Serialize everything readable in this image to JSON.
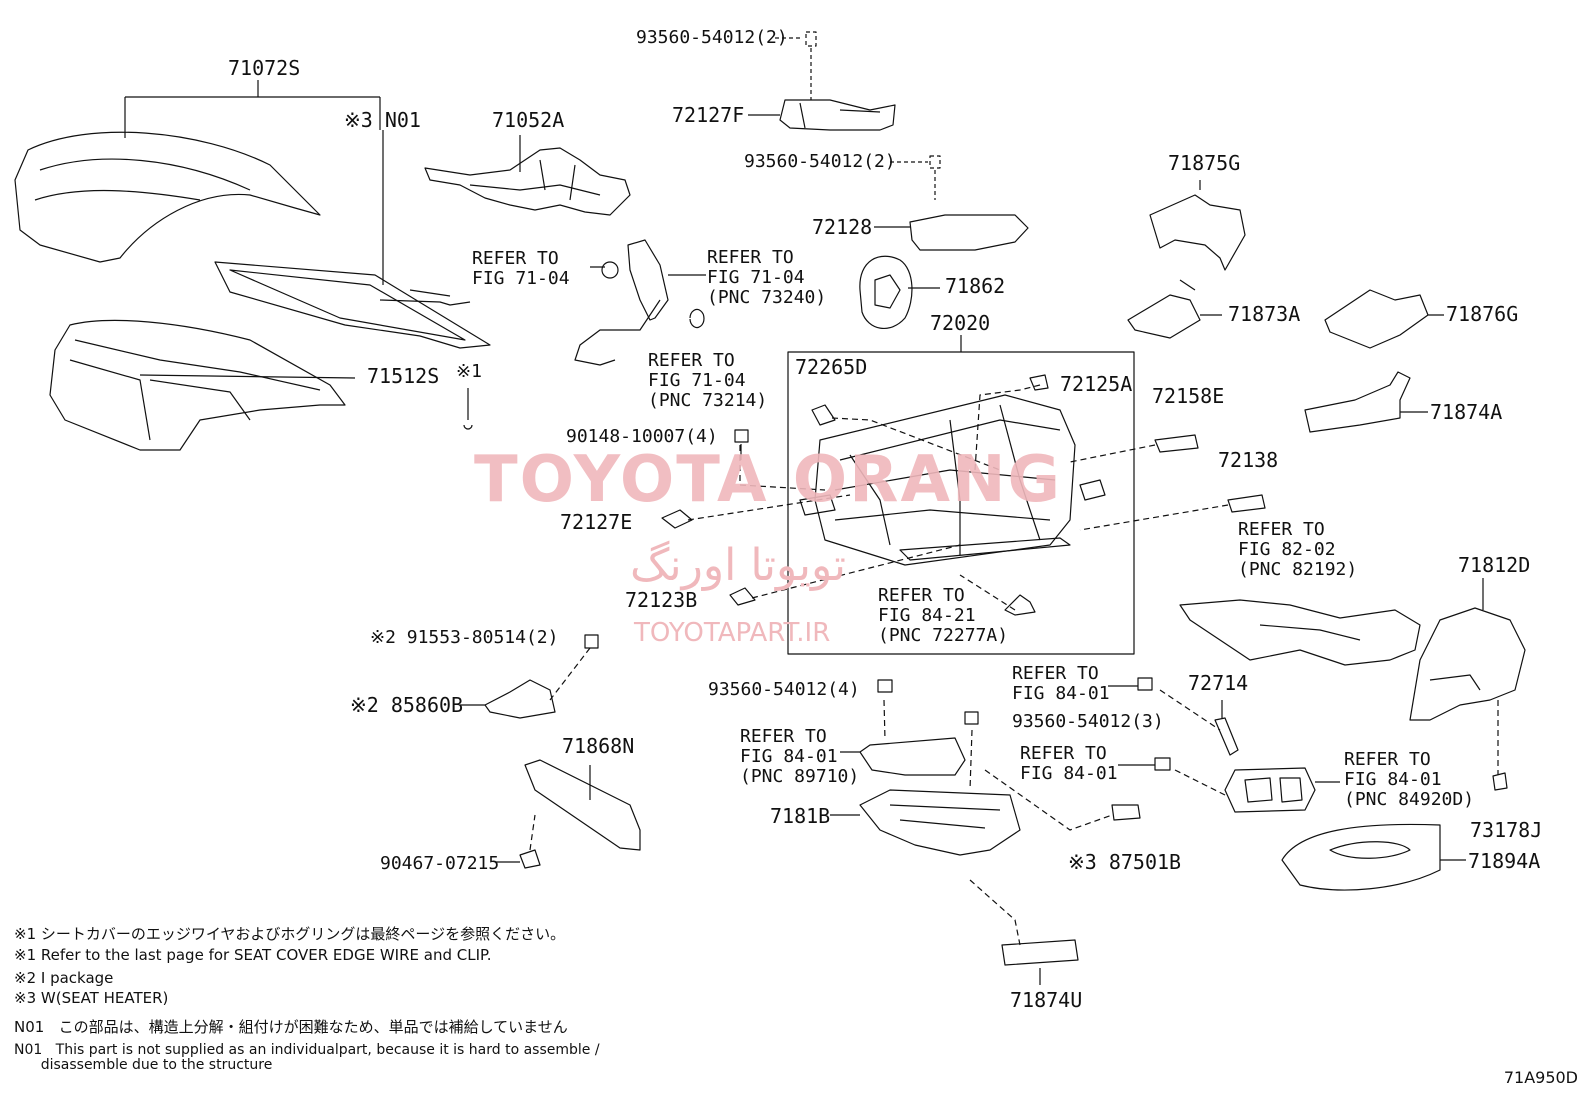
{
  "labels": {
    "p71072S": "71072S",
    "n01": "※3 N01",
    "p71052A": "71052A",
    "p93560a": "93560-54012(2)",
    "p72127F": "72127F",
    "p93560b": "93560-54012(2)",
    "p72128": "72128",
    "p71875G": "71875G",
    "ref7104a": "REFER TO\nFIG 71-04",
    "ref7104b": "REFER TO\nFIG 71-04\n(PNC 73240)",
    "p71862": "71862",
    "p71873A": "71873A",
    "p71876G": "71876G",
    "p72020": "72020",
    "p71512S": "71512S",
    "x1": "※1",
    "ref7104c": "REFER TO\nFIG 71-04\n(PNC 73214)",
    "p72265D": "72265D",
    "p72125A": "72125A",
    "p72158E": "72158E",
    "p71874A": "71874A",
    "p90148": "90148-10007(4)",
    "p72138": "72138",
    "p72127E": "72127E",
    "ref8202": "REFER TO\nFIG 82-02\n(PNC 82192)",
    "p72123B": "72123B",
    "ref8421": "REFER TO\nFIG 84-21\n(PNC 72277A)",
    "p71812D": "71812D",
    "p91553": "※2 91553-80514(2)",
    "ref8401a": "REFER TO\nFIG 84-01",
    "p72714": "72714",
    "p85860B": "※2 85860B",
    "p93560c": "93560-54012(4)",
    "p93560d": "93560-54012(3)",
    "ref8401b": "REFER TO\nFIG 84-01\n(PNC 89710)",
    "ref8401c": "REFER TO\nFIG 84-01",
    "ref8401d": "REFER TO\nFIG 84-01\n(PNC 84920D)",
    "p71868N": "71868N",
    "p7181B": "7181B",
    "p73178J": "73178J",
    "p90467": "90467-07215",
    "p87501B": "※3 87501B",
    "p71894A": "71894A",
    "p71874U": "71874U"
  },
  "watermark": {
    "brand": "TOYOTA ORANG",
    "persian": "تویوتا اورنگ",
    "url": "TOYOTAPART.IR",
    "color": "#f0b8bc"
  },
  "notes": [
    "※1 シートカバーのエッジワイヤおよびホグリングは最終ページを参照ください。",
    "※1 Refer to the last page for SEAT COVER EDGE WIRE and CLIP.",
    "※2 I package",
    "※3 W(SEAT HEATER)"
  ],
  "n01_notes": [
    "N01   この部品は、構造上分解・組付けが困難なため、単品では補給していません",
    "N01   This part is not supplied as an individualpart, because it is hard to assemble /\n      disassemble due to the structure"
  ],
  "figure_code": "71A950D"
}
